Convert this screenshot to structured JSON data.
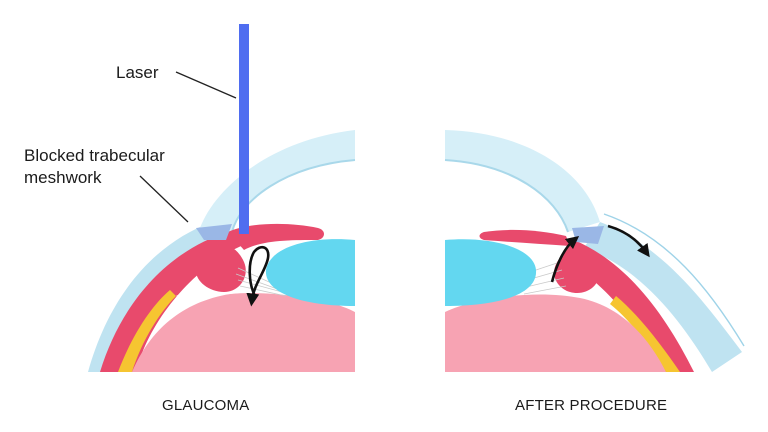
{
  "labels": {
    "laser": "Laser",
    "blocked_line1": "Blocked trabecular",
    "blocked_line2": "meshwork",
    "caption_left": "GLAUCOMA",
    "caption_right": "AFTER PROCEDURE"
  },
  "colors": {
    "cornea": "#cfecf6",
    "cornea_edge": "#9fd3e8",
    "sclera_band": "#bfe3f1",
    "iris": "#e84a6c",
    "choroid": "#f08aa0",
    "vitreous": "#f7a3b3",
    "lens": "#63d7f0",
    "yellow": "#f6c531",
    "laser": "#4f6df0",
    "meshwork": "#9ab7e6",
    "arrow": "#111111"
  }
}
